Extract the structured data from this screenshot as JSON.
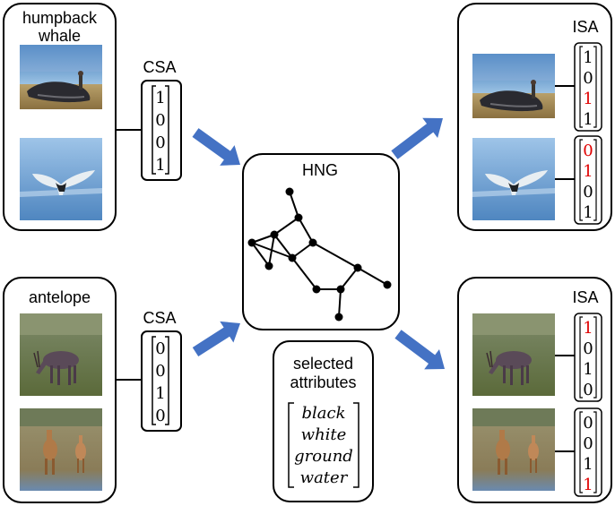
{
  "colors": {
    "stroke": "#000000",
    "arrow": "#4472C4",
    "highlight": "#E00000",
    "normal": "#000000"
  },
  "left_panels": [
    {
      "title_lines": [
        "humpback",
        "whale"
      ],
      "photo_icons": [
        "whale-on-beach-photo",
        "whale-tail-photo"
      ],
      "csa_label": "CSA",
      "csa_vector": [
        "1",
        "0",
        "0",
        "1"
      ]
    },
    {
      "title_lines": [
        "antelope"
      ],
      "photo_icons": [
        "antelope-grazing-photo",
        "antelope-pair-photo"
      ],
      "csa_label": "CSA",
      "csa_vector": [
        "0",
        "0",
        "1",
        "0"
      ]
    }
  ],
  "hng": {
    "title": "HNG"
  },
  "selected": {
    "title_lines": [
      "selected",
      "attributes"
    ],
    "attributes": [
      "black",
      "white",
      "ground",
      "water"
    ]
  },
  "right_panels": [
    {
      "title": "ISA",
      "vectors": [
        {
          "values": [
            "1",
            "0",
            "1",
            "1"
          ],
          "highlight": [
            false,
            false,
            true,
            false
          ]
        },
        {
          "values": [
            "0",
            "1",
            "0",
            "1"
          ],
          "highlight": [
            true,
            true,
            false,
            false
          ]
        }
      ]
    },
    {
      "title": "ISA",
      "vectors": [
        {
          "values": [
            "1",
            "0",
            "1",
            "0"
          ],
          "highlight": [
            true,
            false,
            false,
            false
          ]
        },
        {
          "values": [
            "0",
            "0",
            "1",
            "1"
          ],
          "highlight": [
            false,
            false,
            false,
            true
          ]
        }
      ]
    }
  ]
}
